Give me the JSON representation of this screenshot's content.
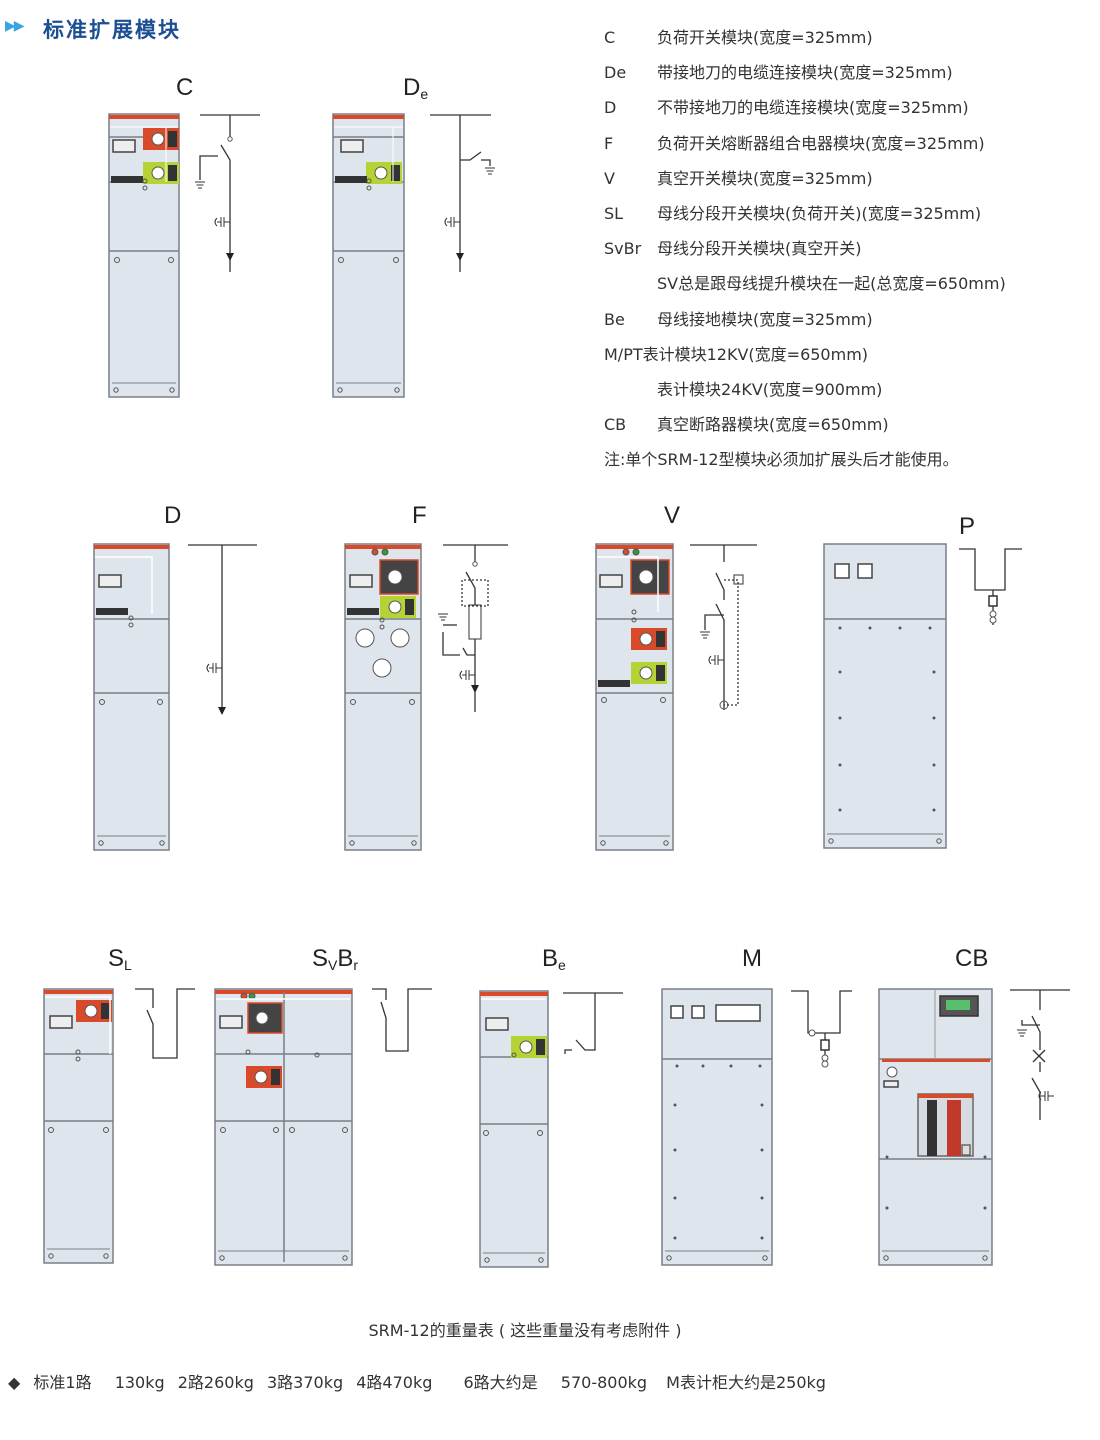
{
  "header": {
    "title": "标准扩展模块",
    "arrow_icon": "double-triangle-right"
  },
  "module_list": [
    {
      "code": "C",
      "desc": "负荷开关模块(宽度=325mm)"
    },
    {
      "code": "De",
      "desc": "带接地刀的电缆连接模块(宽度=325mm)"
    },
    {
      "code": "D",
      "desc": "不带接地刀的电缆连接模块(宽度=325mm)"
    },
    {
      "code": "F",
      "desc": "负荷开关熔断器组合电器模块(宽度=325mm)"
    },
    {
      "code": "V",
      "desc": "真空开关模块(宽度=325mm)"
    },
    {
      "code": "SL",
      "desc": "母线分段开关模块(负荷开关)(宽度=325mm)"
    },
    {
      "code": "SvBr",
      "desc": "母线分段开关模块(真空开关)"
    },
    {
      "code": "",
      "desc": "SV总是跟母线提升模块在一起(总宽度=650mm)"
    },
    {
      "code": "Be",
      "desc": "母线接地模块(宽度=325mm)"
    },
    {
      "code": "M/PT表计模块12KV(宽度=650mm)",
      "desc": ""
    },
    {
      "code": "",
      "desc": "表计模块24KV(宽度=900mm)"
    },
    {
      "code": "CB",
      "desc": "真空断路器模块(宽度=650mm)"
    },
    {
      "code": "注:单个SRM-12型模块必须加扩展头后才能使用。",
      "desc": ""
    }
  ],
  "figures": {
    "C": {
      "main": "C",
      "sub": ""
    },
    "De": {
      "main": "D",
      "sub": "e"
    },
    "D": {
      "main": "D",
      "sub": ""
    },
    "F": {
      "main": "F",
      "sub": ""
    },
    "V": {
      "main": "V",
      "sub": ""
    },
    "P": {
      "main": "P",
      "sub": ""
    },
    "SL": {
      "main": "S",
      "sub": "L"
    },
    "SvBr": {
      "main": "S",
      "sub": "V",
      "main2": "B",
      "sub2": "r"
    },
    "Be": {
      "main": "B",
      "sub": "e"
    },
    "M": {
      "main": "M",
      "sub": ""
    },
    "CB": {
      "main": "CB",
      "sub": ""
    }
  },
  "weights": {
    "caption": "SRM-12的重量表 ( 这些重量没有考虑附件 )",
    "bullet": "◆",
    "items": [
      "标准1路",
      "130kg",
      "2路260kg",
      "3路370kg",
      "4路470kg",
      "6路大约是",
      "570-800kg",
      "M表计柜大约是250kg"
    ]
  },
  "colors": {
    "title": "#1b4f91",
    "cabinet": "#dfe5ec",
    "top_strip": "#d84a2a",
    "green_panel": "#b5d334"
  }
}
